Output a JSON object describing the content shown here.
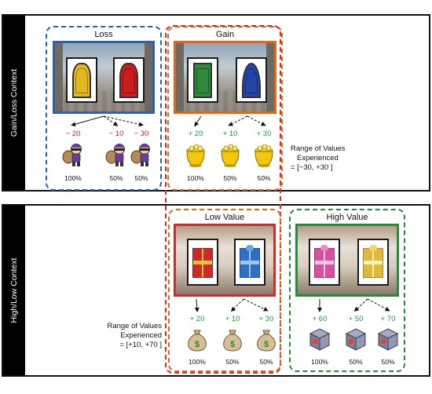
{
  "contexts": {
    "top_label": "Gain/Loss Context",
    "bottom_label": "High/Low Context"
  },
  "loss_block": {
    "title": "Loss",
    "outcomes": [
      "− 20",
      "− 10",
      "− 30"
    ],
    "probabilities": [
      "100%",
      "50%",
      "50%"
    ],
    "icon": "burglar-icon"
  },
  "gain_block": {
    "title": "Gain",
    "outcomes": [
      "+ 20",
      "+ 10",
      "+ 30"
    ],
    "probabilities": [
      "100%",
      "50%",
      "50%"
    ],
    "icon": "gold-pot-icon"
  },
  "low_block": {
    "title": "Low Value",
    "outcomes": [
      "+ 20",
      "+ 10",
      "+ 30"
    ],
    "probabilities": [
      "100%",
      "50%",
      "50%"
    ],
    "icon": "money-bag-icon"
  },
  "high_block": {
    "title": "High Value",
    "outcomes": [
      "+ 60",
      "+ 50",
      "+ 70"
    ],
    "probabilities": [
      "100%",
      "50%",
      "50%"
    ],
    "icon": "treasure-cube-icon"
  },
  "range_top": {
    "line1": "Range of Values",
    "line2": "Experienced",
    "line3": "= [−30, +30 ]"
  },
  "range_bottom": {
    "line1": "Range of Values",
    "line2": "Experienced",
    "line3": "= [+10, +70 ]"
  },
  "colors": {
    "loss": "#2e5fb0",
    "gain": "#e8641b",
    "red_dash": "#e02a2a",
    "high": "#2a8a3c",
    "low_frame": "#d62b2b",
    "loss_value": "#d92020",
    "gain_value": "#1d9e3a"
  }
}
